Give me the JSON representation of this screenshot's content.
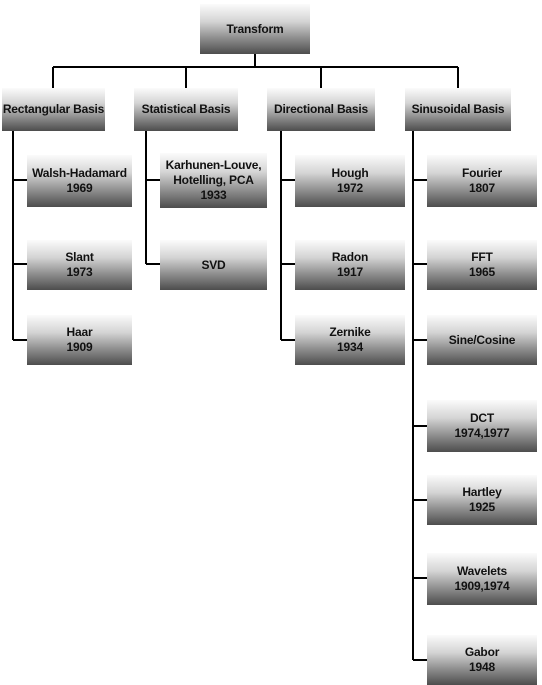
{
  "root": {
    "label": "Transform"
  },
  "categories": [
    {
      "label": "Rectangular Basis",
      "children": [
        {
          "line1": "Walsh-Hadamard",
          "line2": "1969"
        },
        {
          "line1": "Slant",
          "line2": "1973"
        },
        {
          "line1": "Haar",
          "line2": "1909"
        }
      ]
    },
    {
      "label": "Statistical Basis",
      "children": [
        {
          "line1": "Karhunen-Louve,",
          "line2": "Hotelling, PCA",
          "line3": "1933"
        },
        {
          "line1": "SVD"
        }
      ]
    },
    {
      "label": "Directional Basis",
      "children": [
        {
          "line1": "Hough",
          "line2": "1972"
        },
        {
          "line1": "Radon",
          "line2": "1917"
        },
        {
          "line1": "Zernike",
          "line2": "1934"
        }
      ]
    },
    {
      "label": "Sinusoidal Basis",
      "children": [
        {
          "line1": "Fourier",
          "line2": "1807"
        },
        {
          "line1": "FFT",
          "line2": "1965"
        },
        {
          "line1": "Sine/Cosine"
        },
        {
          "line1": "DCT",
          "line2": "1974,1977"
        },
        {
          "line1": "Hartley",
          "line2": "1925"
        },
        {
          "line1": "Wavelets",
          "line2": "1909,1974"
        },
        {
          "line1": "Gabor",
          "line2": "1948"
        }
      ]
    }
  ]
}
